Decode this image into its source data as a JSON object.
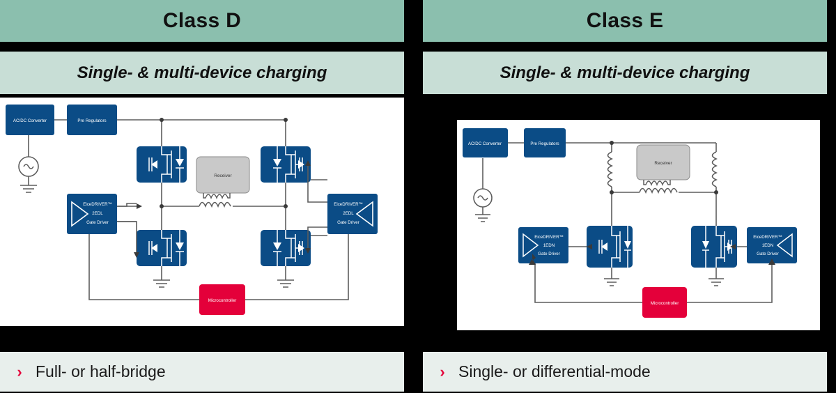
{
  "background_color": "#000000",
  "theme": {
    "title_bar_color": "#8BBFAE",
    "sub_bar_color": "#C8DED6",
    "foot_bar_color": "#E8EFEC",
    "accent_red": "#E4003A",
    "block_blue": "#0B4C86",
    "receiver_grey": "#C9C9C9"
  },
  "panels": [
    {
      "id": "class-d",
      "title": "Class D",
      "subtitle": "Single- & multi-device charging",
      "footer": {
        "bullet": "›",
        "text": "Full- or half-bridge"
      },
      "diagram": {
        "topology": "full-bridge",
        "blocks": [
          {
            "name": "ac-dc-converter",
            "label": "AC/DC Converter"
          },
          {
            "name": "pre-regulators",
            "label": "Pre Regulators"
          },
          {
            "name": "receiver",
            "label": "Receiver"
          },
          {
            "name": "microcontroller",
            "label": "Microcontroller"
          }
        ],
        "gate_drivers": [
          {
            "name": "gate-driver-left",
            "line1": "EiceDRIVER™",
            "line2": "2EDL",
            "line3": "Gate Driver"
          },
          {
            "name": "gate-driver-right",
            "line1": "EiceDRIVER™",
            "line2": "2EDL",
            "line3": "Gate Driver"
          }
        ],
        "mosfet_count": 4,
        "ac_source_symbol": "~",
        "ground_symbols": 3
      }
    },
    {
      "id": "class-e",
      "title": "Class E",
      "subtitle": "Single- & multi-device charging",
      "footer": {
        "bullet": "›",
        "text": "Single- or differential-mode"
      },
      "diagram": {
        "topology": "single-or-differential-mode",
        "blocks": [
          {
            "name": "ac-dc-converter",
            "label": "AC/DC Converter"
          },
          {
            "name": "pre-regulators",
            "label": "Pre Regulators"
          },
          {
            "name": "receiver",
            "label": "Receiver"
          },
          {
            "name": "microcontroller",
            "label": "Microcontroller"
          }
        ],
        "gate_drivers": [
          {
            "name": "gate-driver-left",
            "line1": "EiceDRIVER™",
            "line2": "1EDN",
            "line3": "Gate Driver"
          },
          {
            "name": "gate-driver-right",
            "line1": "EiceDRIVER™",
            "line2": "1EDN",
            "line3": "Gate Driver"
          }
        ],
        "mosfet_count": 2,
        "ac_source_symbol": "~",
        "ground_symbols": 3,
        "choke_inductors": 2
      }
    }
  ]
}
